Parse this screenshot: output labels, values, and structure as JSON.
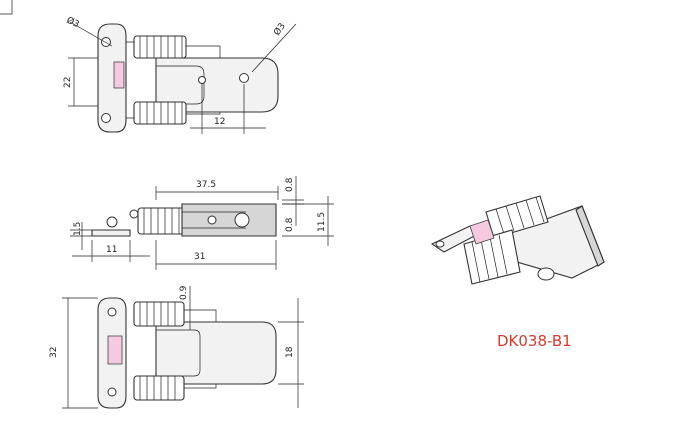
{
  "drawing": {
    "model_label": "DK038-B1",
    "accent_color": "#d63a2f",
    "top_view": {
      "dims": {
        "hole_dia_left": "Ø3",
        "hole_dia_right": "Ø3",
        "height": "22",
        "hole_spacing": "12"
      }
    },
    "side_view": {
      "dims": {
        "length": "37.5",
        "thick_top": "0.8",
        "thick_mid": "0.8",
        "overall_height": "11.5",
        "base_thick": "1.5",
        "base_length": "11",
        "body_length": "31"
      }
    },
    "bottom_view": {
      "dims": {
        "clearance": "0.9",
        "total_height": "32",
        "plate_height": "18"
      }
    }
  }
}
